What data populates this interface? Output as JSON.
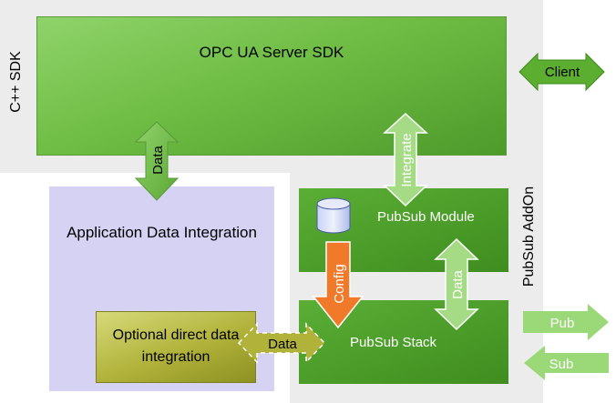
{
  "labels": {
    "cpp_sdk": "C++ SDK",
    "pubsub_addon": "PubSub AddOn",
    "server_sdk": "OPC UA Server SDK",
    "app_data_integration": "Application Data Integration",
    "pubsub_module": "PubSub Module",
    "pubsub_stack": "PubSub Stack",
    "optional_direct": "Optional direct data integration"
  },
  "arrows": {
    "client": "Client",
    "data_server_app": "Data",
    "integrate": "Integrate",
    "config": "Config",
    "data_module_stack": "Data",
    "data_optional_stack": "Data",
    "pub": "Pub",
    "sub": "Sub"
  },
  "colors": {
    "green_light": "#8fd36a",
    "green_dark": "#3f8d1f",
    "arrow_green": "#76c24e",
    "arrow_light_green": "#a6db86",
    "config_orange": "#f07a2a",
    "app_lavender": "#d5d2f4",
    "optional_olive": "#b0b23a",
    "background_gray": "#ececec"
  }
}
